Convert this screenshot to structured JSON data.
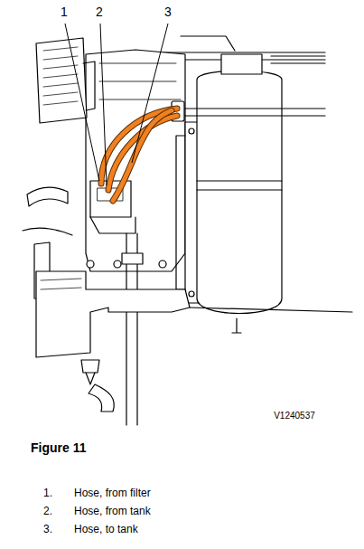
{
  "diagram": {
    "caption": "Figure 11",
    "labels": [
      "1",
      "2",
      "3",
      "V1240537",
      "1.",
      "Hose, from filter",
      "2.",
      "Hose, from tank",
      "3.",
      "Hose, to tank"
    ]
  }
}
